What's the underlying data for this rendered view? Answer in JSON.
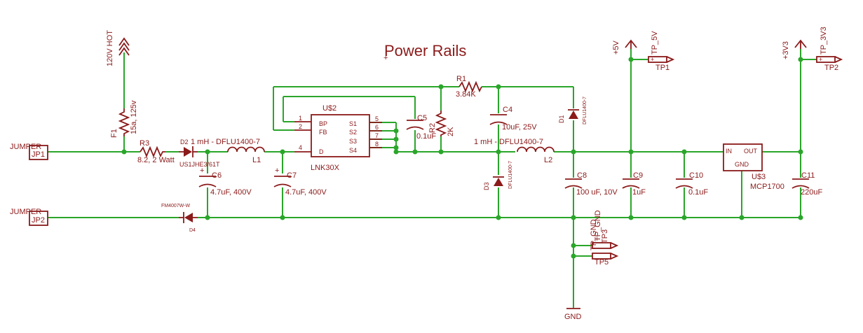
{
  "title": "Power Rails",
  "power": {
    "hot": "120V HOT",
    "v5": "+5V",
    "v33": "+3V3",
    "gnd": "GND"
  },
  "connectors": {
    "jp1": {
      "type": "JUMPER",
      "name": "JP1"
    },
    "jp2": {
      "type": "JUMPER",
      "name": "JP2"
    }
  },
  "components": {
    "f1": {
      "name": "F1",
      "value": "15a, 125v"
    },
    "r3": {
      "name": "R3",
      "value": "8.2, 2 Watt"
    },
    "d2": {
      "name": "D2",
      "value": "US1JHE3/61T"
    },
    "l1": {
      "name": "L1",
      "value": "1 mH - DFLU1400-7"
    },
    "c6": {
      "name": "C6",
      "value": "4.7uF, 400V"
    },
    "c7": {
      "name": "C7",
      "value": "4.7uF, 400V"
    },
    "d4": {
      "name": "D4",
      "value": "FM4007W-W"
    },
    "u2": {
      "name": "U$2",
      "value": "LNK30X",
      "pins_left": [
        {
          "num": "1",
          "name": "BP"
        },
        {
          "num": "2",
          "name": "FB"
        },
        {
          "num": "4",
          "name": "D"
        }
      ],
      "pins_right": [
        {
          "num": "5",
          "name": "S1"
        },
        {
          "num": "6",
          "name": "S2"
        },
        {
          "num": "7",
          "name": "S3"
        },
        {
          "num": "8",
          "name": "S4"
        }
      ]
    },
    "c5": {
      "name": "C5",
      "value": "0.1uF"
    },
    "r2": {
      "name": "R2",
      "value": "2K"
    },
    "r1": {
      "name": "R1",
      "value": "3.84K"
    },
    "c4": {
      "name": "C4",
      "value": "10uF, 25V"
    },
    "l2": {
      "name": "L2",
      "value": "1 mH - DFLU1400-7"
    },
    "d1": {
      "name": "D1",
      "value": "DFLU1400-7"
    },
    "d3": {
      "name": "D3",
      "value": "DFLU1400-7"
    },
    "c8": {
      "name": "C8",
      "value": "100 uF, 10V"
    },
    "c9": {
      "name": "C9",
      "value": "1uF"
    },
    "c10": {
      "name": "C10",
      "value": "0.1uF"
    },
    "u3": {
      "name": "U$3",
      "value": "MCP1700",
      "pin_in": "IN",
      "pin_out": "OUT",
      "pin_gnd": "GND"
    },
    "c11": {
      "name": "C11",
      "value": "220uF"
    }
  },
  "test_points": {
    "tp1": {
      "name": "TP1",
      "net": "TP_5V"
    },
    "tp2": {
      "name": "TP2",
      "net": "TP_3V3"
    },
    "tp3": {
      "name": "TP3",
      "net": "TP_GND"
    },
    "tp5": {
      "name": "TP5",
      "net": "TP_GND"
    }
  }
}
